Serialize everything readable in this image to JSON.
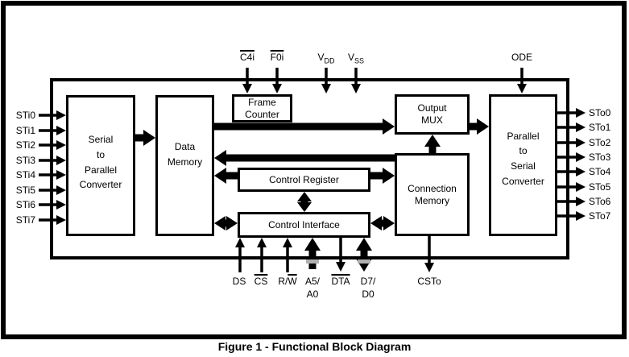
{
  "caption": "Figure 1 - Functional Block Diagram",
  "blocks": {
    "serial_to_parallel": {
      "lines": [
        "Serial",
        "to",
        "Parallel",
        "Converter"
      ]
    },
    "data_memory": {
      "lines": [
        "Data",
        "Memory"
      ]
    },
    "frame_counter": {
      "lines": [
        "Frame",
        "Counter"
      ]
    },
    "output_mux": {
      "lines": [
        "Output",
        "MUX"
      ]
    },
    "control_register": {
      "label": "Control Register"
    },
    "control_interface": {
      "label": "Control Interface"
    },
    "connection_memory": {
      "lines": [
        "Connection",
        "Memory"
      ]
    },
    "parallel_to_serial": {
      "lines": [
        "Parallel",
        "to",
        "Serial",
        "Converter"
      ]
    }
  },
  "pins": {
    "left": [
      "STi0",
      "STi1",
      "STi2",
      "STi3",
      "STi4",
      "STi5",
      "STi6",
      "STi7"
    ],
    "right": [
      "STo0",
      "STo1",
      "STo2",
      "STo3",
      "STo4",
      "STo5",
      "STo6",
      "STo7"
    ],
    "top": {
      "c4i": "C4i",
      "f0i": "F0i",
      "vdd": {
        "base": "V",
        "sub": "DD"
      },
      "vss": {
        "base": "V",
        "sub": "SS"
      },
      "ode": "ODE"
    },
    "bottom": {
      "ds": "DS",
      "cs": "CS",
      "rw": {
        "pre": "R/",
        "ov": "W"
      },
      "a5a0": {
        "line1": "A5/",
        "line2": "A0"
      },
      "dta": "DTA",
      "d7d0": {
        "line1": "D7/",
        "line2": "D0"
      },
      "csto": "CSTo"
    }
  },
  "colors": {
    "line": "#000000",
    "background": "#ffffff",
    "bus_width_tick": "#b0b0b0"
  }
}
